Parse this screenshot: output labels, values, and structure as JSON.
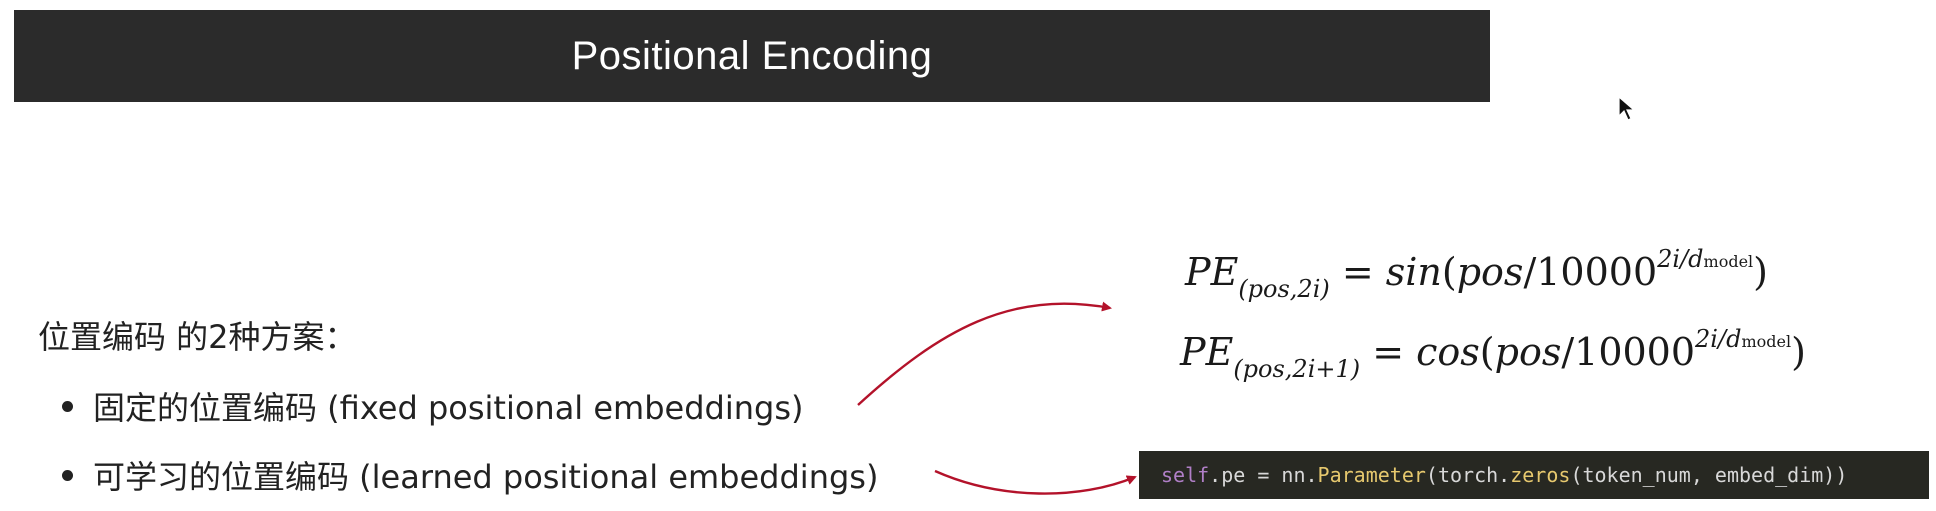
{
  "slide": {
    "title": "Positional Encoding",
    "heading": "位置编码 的2种方案：",
    "bullets": [
      {
        "label": "固定的位置编码 (fixed positional embeddings)"
      },
      {
        "label": "可学习的位置编码 (learned positional embeddings)"
      }
    ],
    "formulas": {
      "sin": {
        "lhs": "PE",
        "lhs_sub": "(pos,2i)",
        "eq": " = ",
        "fn": "sin",
        "open": "(",
        "arg": "pos",
        "slash": "/10000",
        "exp": "2i/d",
        "exp_sub": "model",
        "close": ")"
      },
      "cos": {
        "lhs": "PE",
        "lhs_sub": "(pos,2i+1)",
        "eq": " = ",
        "fn": "cos",
        "open": "(",
        "arg": "pos",
        "slash": "/10000",
        "exp": "2i/d",
        "exp_sub": "model",
        "close": ")"
      }
    },
    "code": {
      "self": "self",
      "p1": ".pe = nn.",
      "Parameter": "Parameter",
      "p2": "(torch.",
      "zeros": "zeros",
      "p3": "(token_num, embed_dim))"
    }
  },
  "colors": {
    "title_bar": "#2b2b2b",
    "arrow": "#b3122a",
    "code_bg": "#272822"
  },
  "icons": {
    "cursor": "mouse-pointer-icon",
    "arrow": "curved-arrow-icon"
  }
}
